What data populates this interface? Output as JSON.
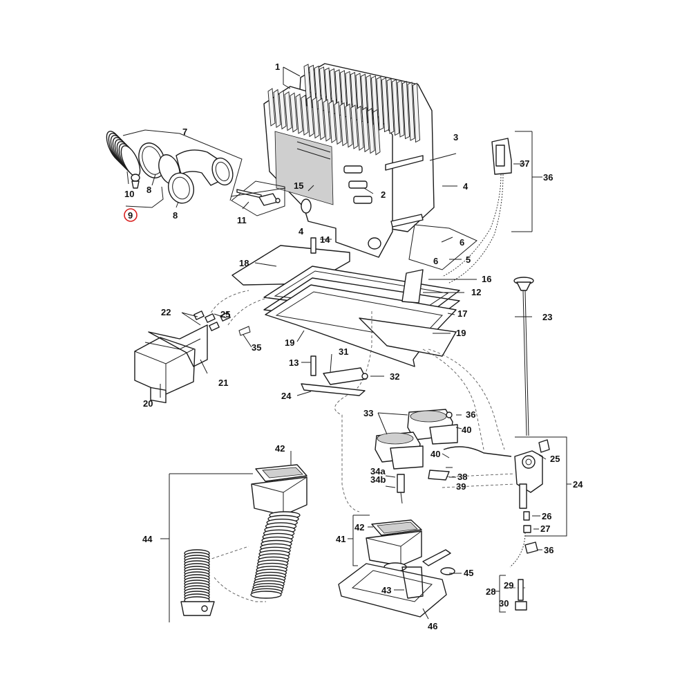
{
  "highlight_color": "#d9201f",
  "callouts": {
    "c1": "1",
    "c2": "2",
    "c3": "3",
    "c4a": "4",
    "c4b": "4",
    "c5": "5",
    "c6a": "6",
    "c6b": "6",
    "c7": "7",
    "c8a": "8",
    "c8b": "8",
    "c9": "9",
    "c10": "10",
    "c11": "11",
    "c12": "12",
    "c13": "13",
    "c14": "14",
    "c15": "15",
    "c16": "16",
    "c17": "17",
    "c18": "18",
    "c19a": "19",
    "c19b": "19",
    "c20": "20",
    "c21": "21",
    "c22": "22",
    "c23": "23",
    "c24a": "24",
    "c24b": "24",
    "c25a": "25",
    "c25b": "25",
    "c26": "26",
    "c27": "27",
    "c28": "28",
    "c29": "29",
    "c30": "30",
    "c31": "31",
    "c32": "32",
    "c33": "33",
    "c34a": "34a",
    "c34b": "34b",
    "c35": "35",
    "c36a": "36",
    "c36b": "36",
    "c36c": "36",
    "c37": "37",
    "c38": "38",
    "c39": "39",
    "c40a": "40",
    "c40b": "40",
    "c41": "41",
    "c42a": "42",
    "c42b": "42",
    "c43": "43",
    "c44": "44",
    "c45": "45",
    "c46": "46"
  }
}
